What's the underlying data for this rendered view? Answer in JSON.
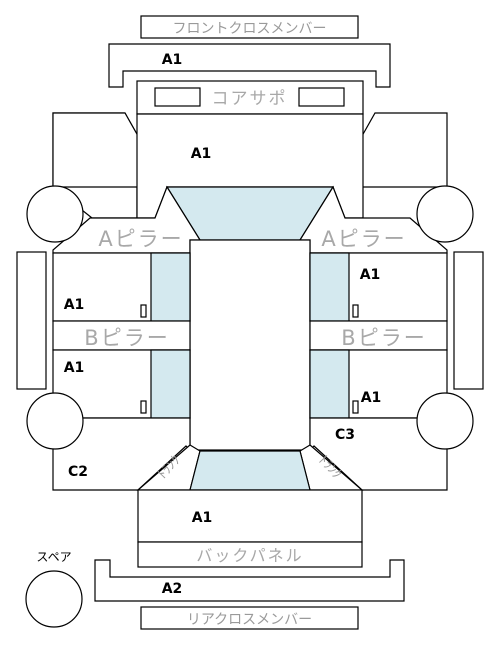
{
  "labels": {
    "front_cross_member": "フロントクロスメンバー",
    "core_support": "コアサポ",
    "a_pillar_left": "Aピラー",
    "a_pillar_right": "Aピラー",
    "b_pillar_left": "Bピラー",
    "b_pillar_right": "Bピラー",
    "back_panel": "バックパネル",
    "rear_cross_member": "リアクロスメンバー",
    "spare": "スペア",
    "trunk_left": "ﾄﾗﾝｸ",
    "trunk_right": "ﾄﾗﾝｸ"
  },
  "grades": {
    "front_cross_member": "A1",
    "hood": "A1",
    "front_door_left": "A1",
    "front_door_right": "A1",
    "rear_door_left": "A1",
    "rear_door_right": "A1",
    "c2": "C2",
    "c3": "C3",
    "trunk": "A1",
    "rear_cross_member": "A2"
  }
}
